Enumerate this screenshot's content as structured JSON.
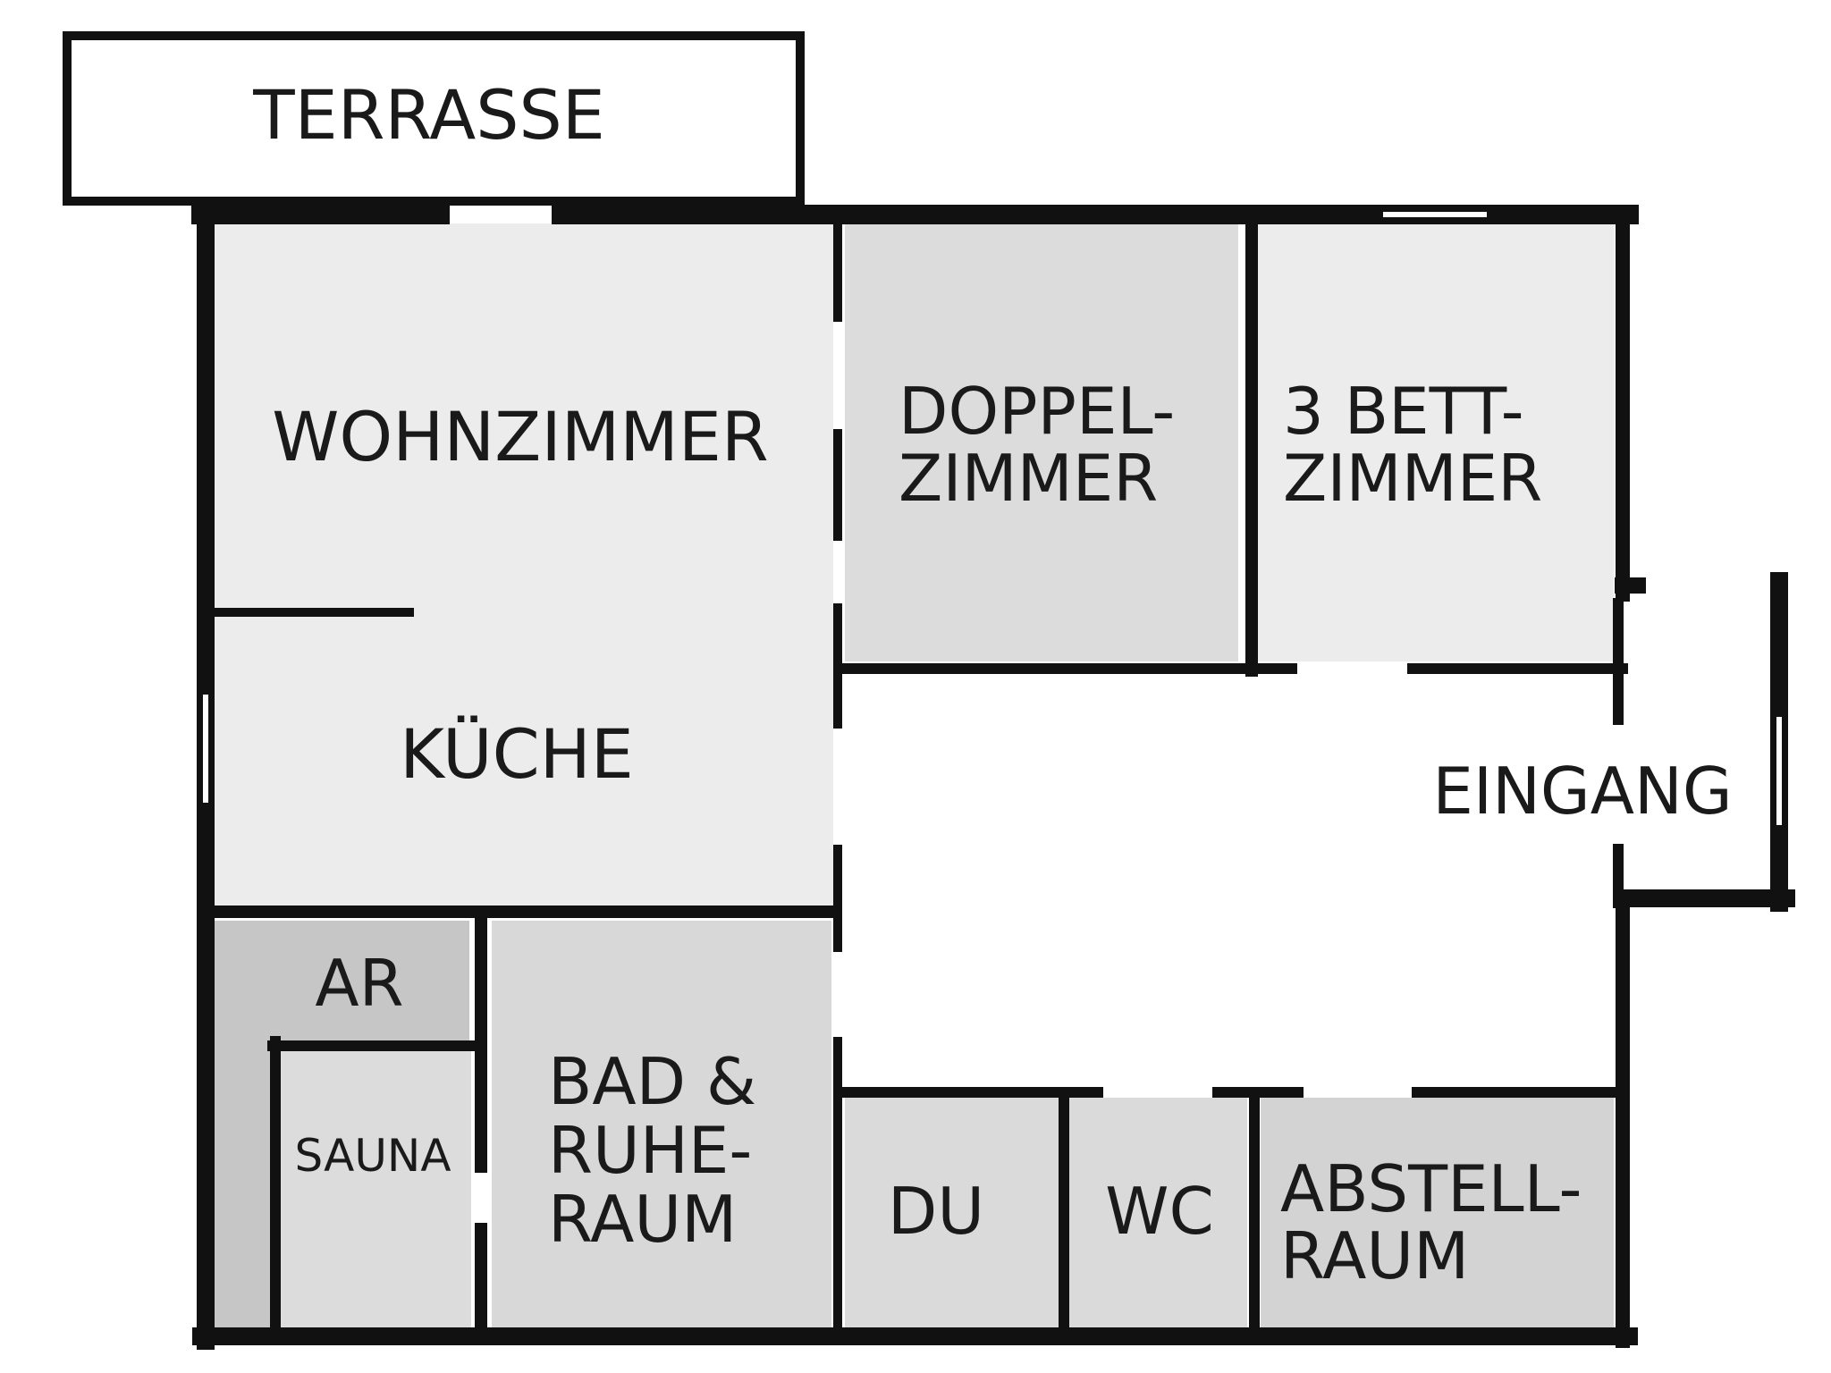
{
  "rooms": {
    "terrasse": "TERRASSE",
    "wohnzimmer": "WOHNZIMMER",
    "kueche": "KÜCHE",
    "doppelzimmer_line1": "DOPPEL-",
    "doppelzimmer_line2": "ZIMMER",
    "bettzimmer_line1": "3 BETT-",
    "bettzimmer_line2": "ZIMMER",
    "eingang": "EINGANG",
    "ar": "AR",
    "sauna": "SAUNA",
    "bad_line1": "BAD &",
    "bad_line2": "RUHE-",
    "bad_line3": "RAUM",
    "du": "DU",
    "wc": "WC",
    "abstell_line1": "ABSTELL-",
    "abstell_line2": "RAUM"
  },
  "colors": {
    "wall": "#111111",
    "light_room": "#ececec",
    "mid_room": "#dcdcdc",
    "dark_room": "#cfcfcf",
    "ar_room": "#c6c6c6",
    "hall": "#ffffff"
  }
}
